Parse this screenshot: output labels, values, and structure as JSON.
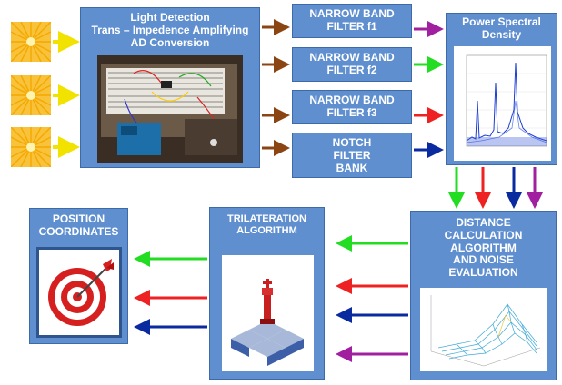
{
  "detection": {
    "title": "Light Detection",
    "line2": "Trans – Impedence Amplifying",
    "line3": "AD Conversion"
  },
  "filters": [
    {
      "line1": "NARROW BAND",
      "line2": "FILTER f1"
    },
    {
      "line1": "NARROW BAND",
      "line2": "FILTER f2"
    },
    {
      "line1": "NARROW BAND",
      "line2": "FILTER f3"
    }
  ],
  "notch": {
    "line1": "NOTCH",
    "line2": "FILTER",
    "line3": "BANK"
  },
  "psd": {
    "title_line1": "Power Spectral",
    "title_line2": "Density"
  },
  "distance": {
    "line1": "DISTANCE",
    "line2": "CALCULATION",
    "line3": "ALGORITHM",
    "line4": "AND NOISE",
    "line5": "EVALUATION"
  },
  "trilateration": {
    "line1": "TRILATERATION",
    "line2": "ALGORITHM"
  },
  "position": {
    "line1": "POSITION",
    "line2": "COORDINATES"
  },
  "colors": {
    "box_fill": "#5f8fcf",
    "brown": "#8b4513",
    "purple": "#a020a0",
    "green": "#22dd22",
    "red": "#ee2222",
    "blue": "#0a2aa0",
    "yellow": "#f2e200",
    "sun": "#f5b820"
  }
}
